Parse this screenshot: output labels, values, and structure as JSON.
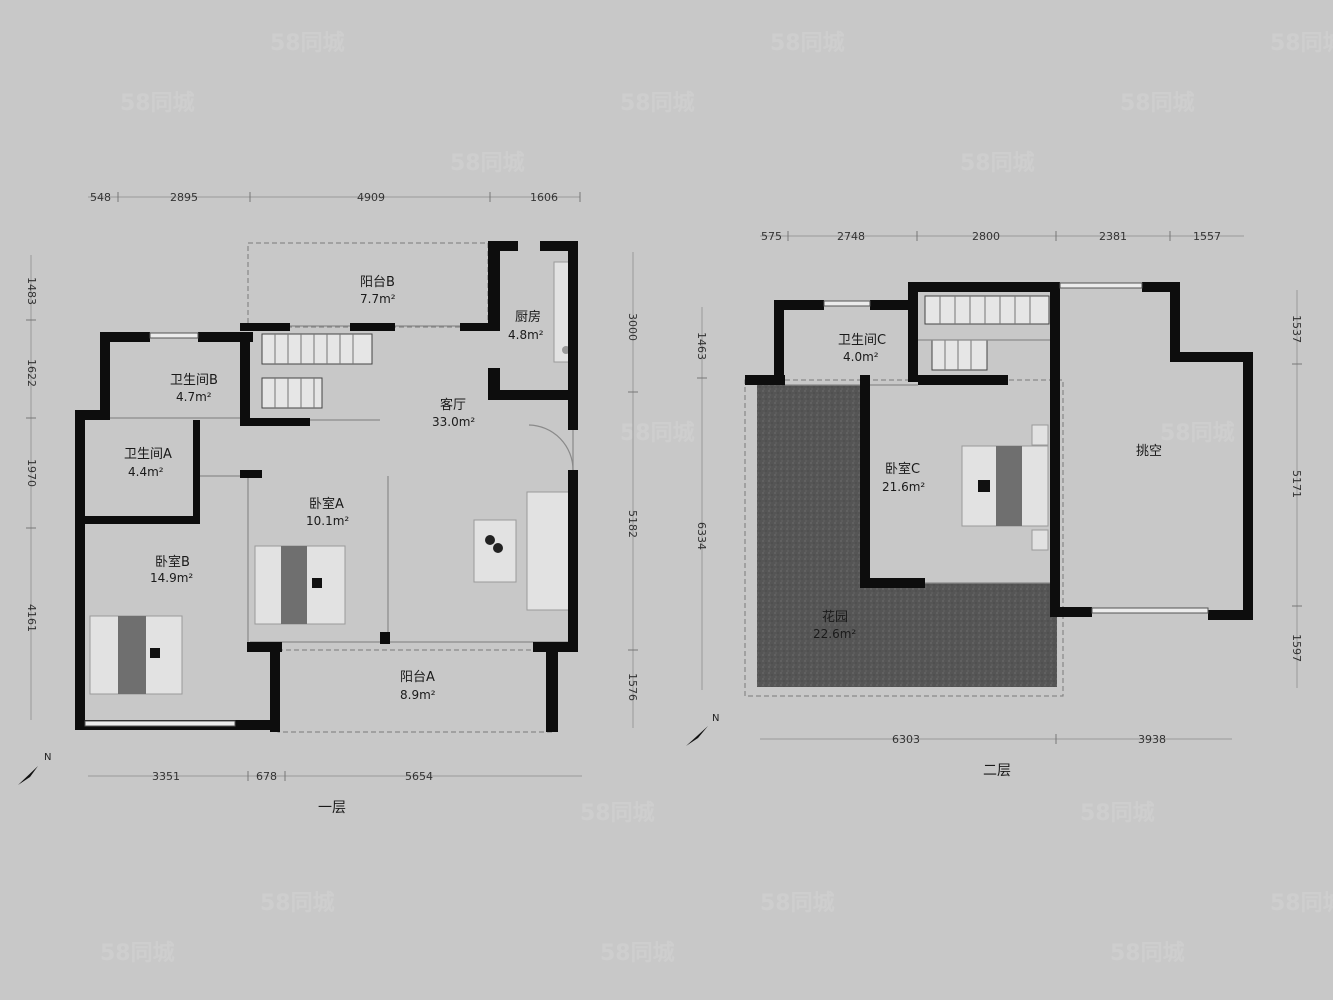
{
  "watermark": "58同城",
  "floor1": {
    "title": "一层",
    "rooms": {
      "balcony_b": {
        "name": "阳台B",
        "area": "7.7m²"
      },
      "kitchen": {
        "name": "厨房",
        "area": "4.8m²"
      },
      "bath_b": {
        "name": "卫生间B",
        "area": "4.7m²"
      },
      "living": {
        "name": "客厅",
        "area": "33.0m²"
      },
      "bath_a": {
        "name": "卫生间A",
        "area": "4.4m²"
      },
      "bed_a": {
        "name": "卧室A",
        "area": "10.1m²"
      },
      "bed_b": {
        "name": "卧室B",
        "area": "14.9m²"
      },
      "balcony_a": {
        "name": "阳台A",
        "area": "8.9m²"
      }
    },
    "dims_top": [
      "548",
      "2895",
      "4909",
      "1606"
    ],
    "dims_bottom": [
      "3351",
      "678",
      "5654"
    ],
    "dims_left": [
      "1483",
      "1622",
      "1970",
      "4161"
    ],
    "dims_right": [
      "3000",
      "5182",
      "1576"
    ]
  },
  "floor2": {
    "title": "二层",
    "rooms": {
      "bath_c": {
        "name": "卫生间C",
        "area": "4.0m²"
      },
      "bed_c": {
        "name": "卧室C",
        "area": "21.6m²"
      },
      "void": {
        "name": "挑空"
      },
      "garden": {
        "name": "花园",
        "area": "22.6m²"
      }
    },
    "dims_top": [
      "575",
      "2748",
      "2800",
      "2381",
      "1557"
    ],
    "dims_bottom": [
      "6303",
      "3938"
    ],
    "dims_left": [
      "1463",
      "6334"
    ],
    "dims_right": [
      "1537",
      "5171",
      "1597"
    ]
  },
  "compass_label": "N"
}
